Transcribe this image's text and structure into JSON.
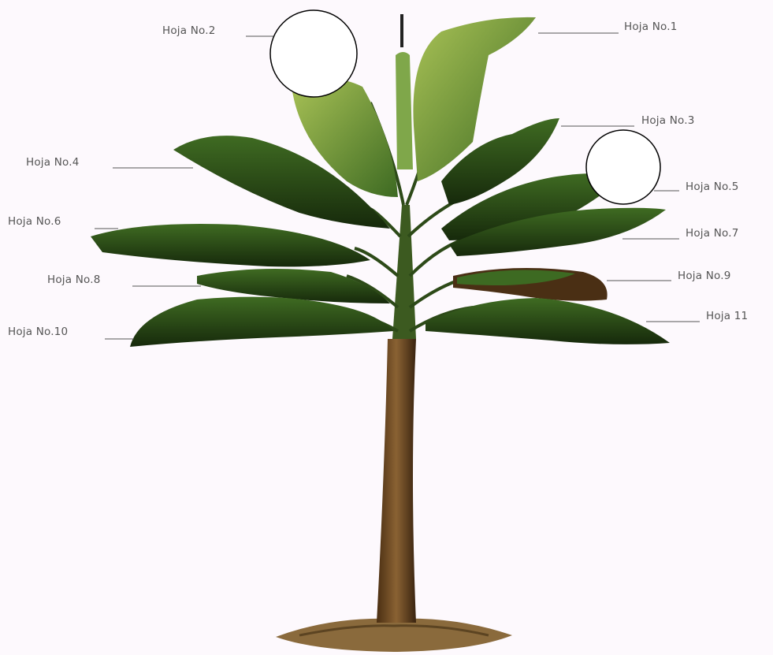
{
  "labels": {
    "leaf1": "Hoja No.1",
    "leaf2": "Hoja No.2",
    "leaf3": "Hoja No.3",
    "leaf4": "Hoja No.4",
    "leaf5": "Hoja No.5",
    "leaf6": "Hoja No.6",
    "leaf7": "Hoja No.7",
    "leaf8": "Hoja No.8",
    "leaf9": "Hoja No.9",
    "leaf10": "Hoja No.10",
    "leaf11": "Hoja 11"
  },
  "colors": {
    "background": "#fdf9fd",
    "leaf_dark": "#1f3a12",
    "leaf_mid": "#3d6a22",
    "leaf_light": "#8fb04a",
    "trunk": "#6b4a25",
    "soil": "#8a6a3c",
    "leader_line": "#555555",
    "marker_fill": "#ffffff"
  }
}
